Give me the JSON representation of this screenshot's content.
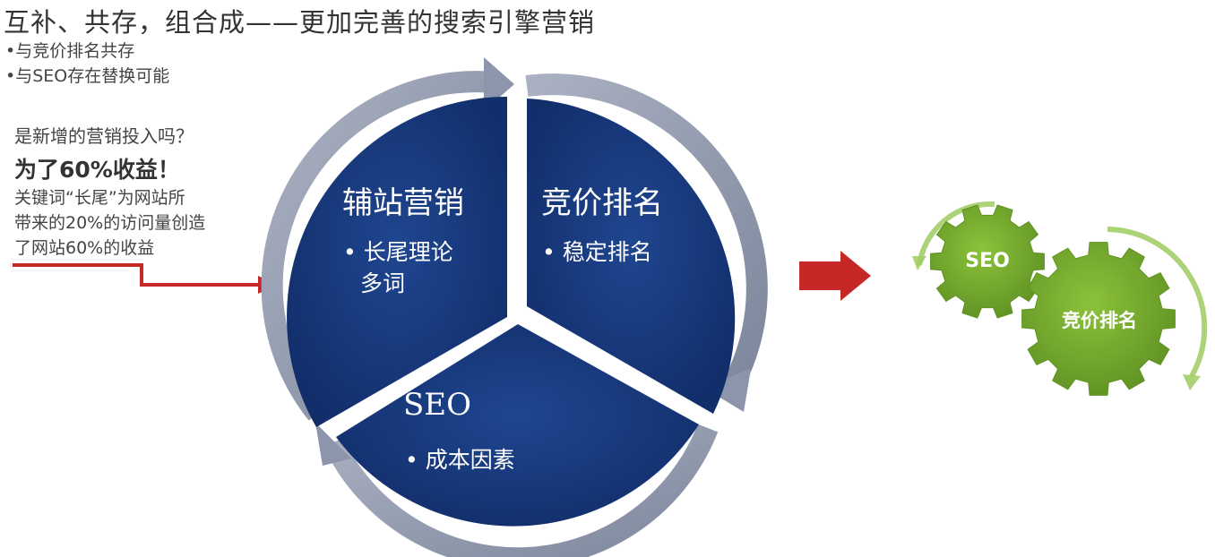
{
  "header": {
    "title": "互补、共存，组合成——更加完善的搜索引擎营销",
    "subtitles": [
      "•与竞价排名共存",
      "•与SEO存在替换可能"
    ]
  },
  "left_panel": {
    "question": "是新增的营销投入吗？",
    "highlight": "为了60%收益！",
    "description_lines": [
      "关键词“长尾”为网站所",
      "带来的20%的访问量创造",
      "了网站60%的收益"
    ]
  },
  "cycle": {
    "segments": [
      {
        "title": "辅站营销",
        "bullets": [
          "• 长尾理论",
          "多词"
        ]
      },
      {
        "title": "竞价排名",
        "bullets": [
          "• 稳定排名"
        ]
      },
      {
        "title": "SEO",
        "bullets": [
          "• 成本因素"
        ]
      }
    ]
  },
  "gears": [
    {
      "label": "SEO"
    },
    {
      "label": "竞价排名"
    }
  ],
  "colors": {
    "segment_blue": "#18387a",
    "segment_blue_dark": "#0f2a63",
    "ring_gray": "#8c95ab",
    "red_arrow": "#c62828",
    "gear_green": "#79ad2c",
    "gear_green_dark": "#5f9123",
    "text_gray": "#444444"
  },
  "icons": {
    "connector_arrow": "red-arrow-icon",
    "cycle_arrows": "curved-arrow-icon",
    "gears": "gear-icon"
  }
}
